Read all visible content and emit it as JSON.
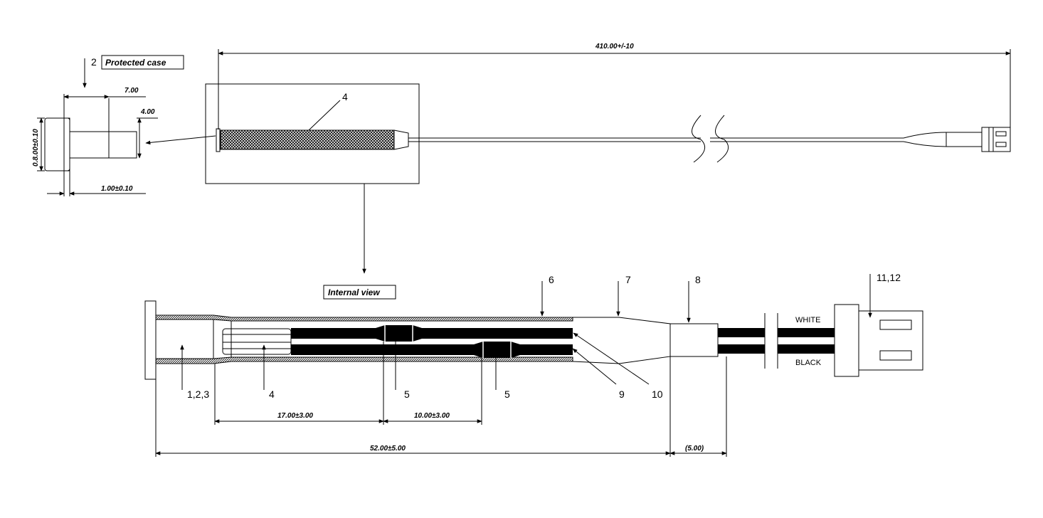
{
  "top_view": {
    "overall_length": "410.00+/-10",
    "callout_sleeve": "4"
  },
  "protected_case": {
    "number": "2",
    "title": "Protected case",
    "dim_length": "7.00",
    "dim_stem": "4.00",
    "dim_height": "0.8.00±0.10",
    "dim_flange": "1.00±0.10"
  },
  "internal_view": {
    "title": "Internal view",
    "callouts": {
      "c123": "1,2,3",
      "c4": "4",
      "c5a": "5",
      "c5b": "5",
      "c6": "6",
      "c7": "7",
      "c8": "8",
      "c9": "9",
      "c10": "10",
      "c1112": "11,12"
    },
    "wire_white": "WHITE",
    "wire_black": "BLACK",
    "dim_17": "17.00±3.00",
    "dim_10": "10.00±3.00",
    "dim_52": "52.00±5.00",
    "dim_5": "(5.00)"
  },
  "colors": {
    "ink": "#000000",
    "paper": "#ffffff"
  }
}
